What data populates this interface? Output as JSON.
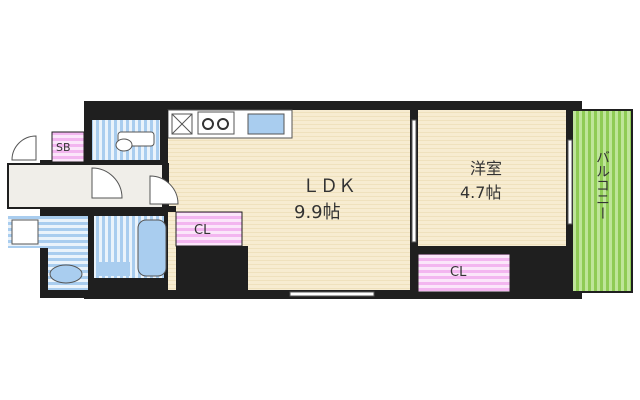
{
  "floorplan": {
    "rooms": [
      {
        "id": "ldk",
        "name": "ＬＤＫ",
        "size": "9.9帖"
      },
      {
        "id": "western",
        "name": "洋室",
        "size": "4.7帖"
      },
      {
        "id": "balcony",
        "name": "バルコニー"
      },
      {
        "id": "closet_a",
        "name": "CL"
      },
      {
        "id": "closet_b",
        "name": "CL"
      },
      {
        "id": "shoebox",
        "name": "SB"
      }
    ],
    "colors": {
      "floor": "#f7ecd1",
      "wall": "#1f1f1f",
      "wet_area": "#a9cdef",
      "closet": "#f3b6f0",
      "balcony": "#9dd467",
      "entrance": "#f0eee9"
    }
  }
}
